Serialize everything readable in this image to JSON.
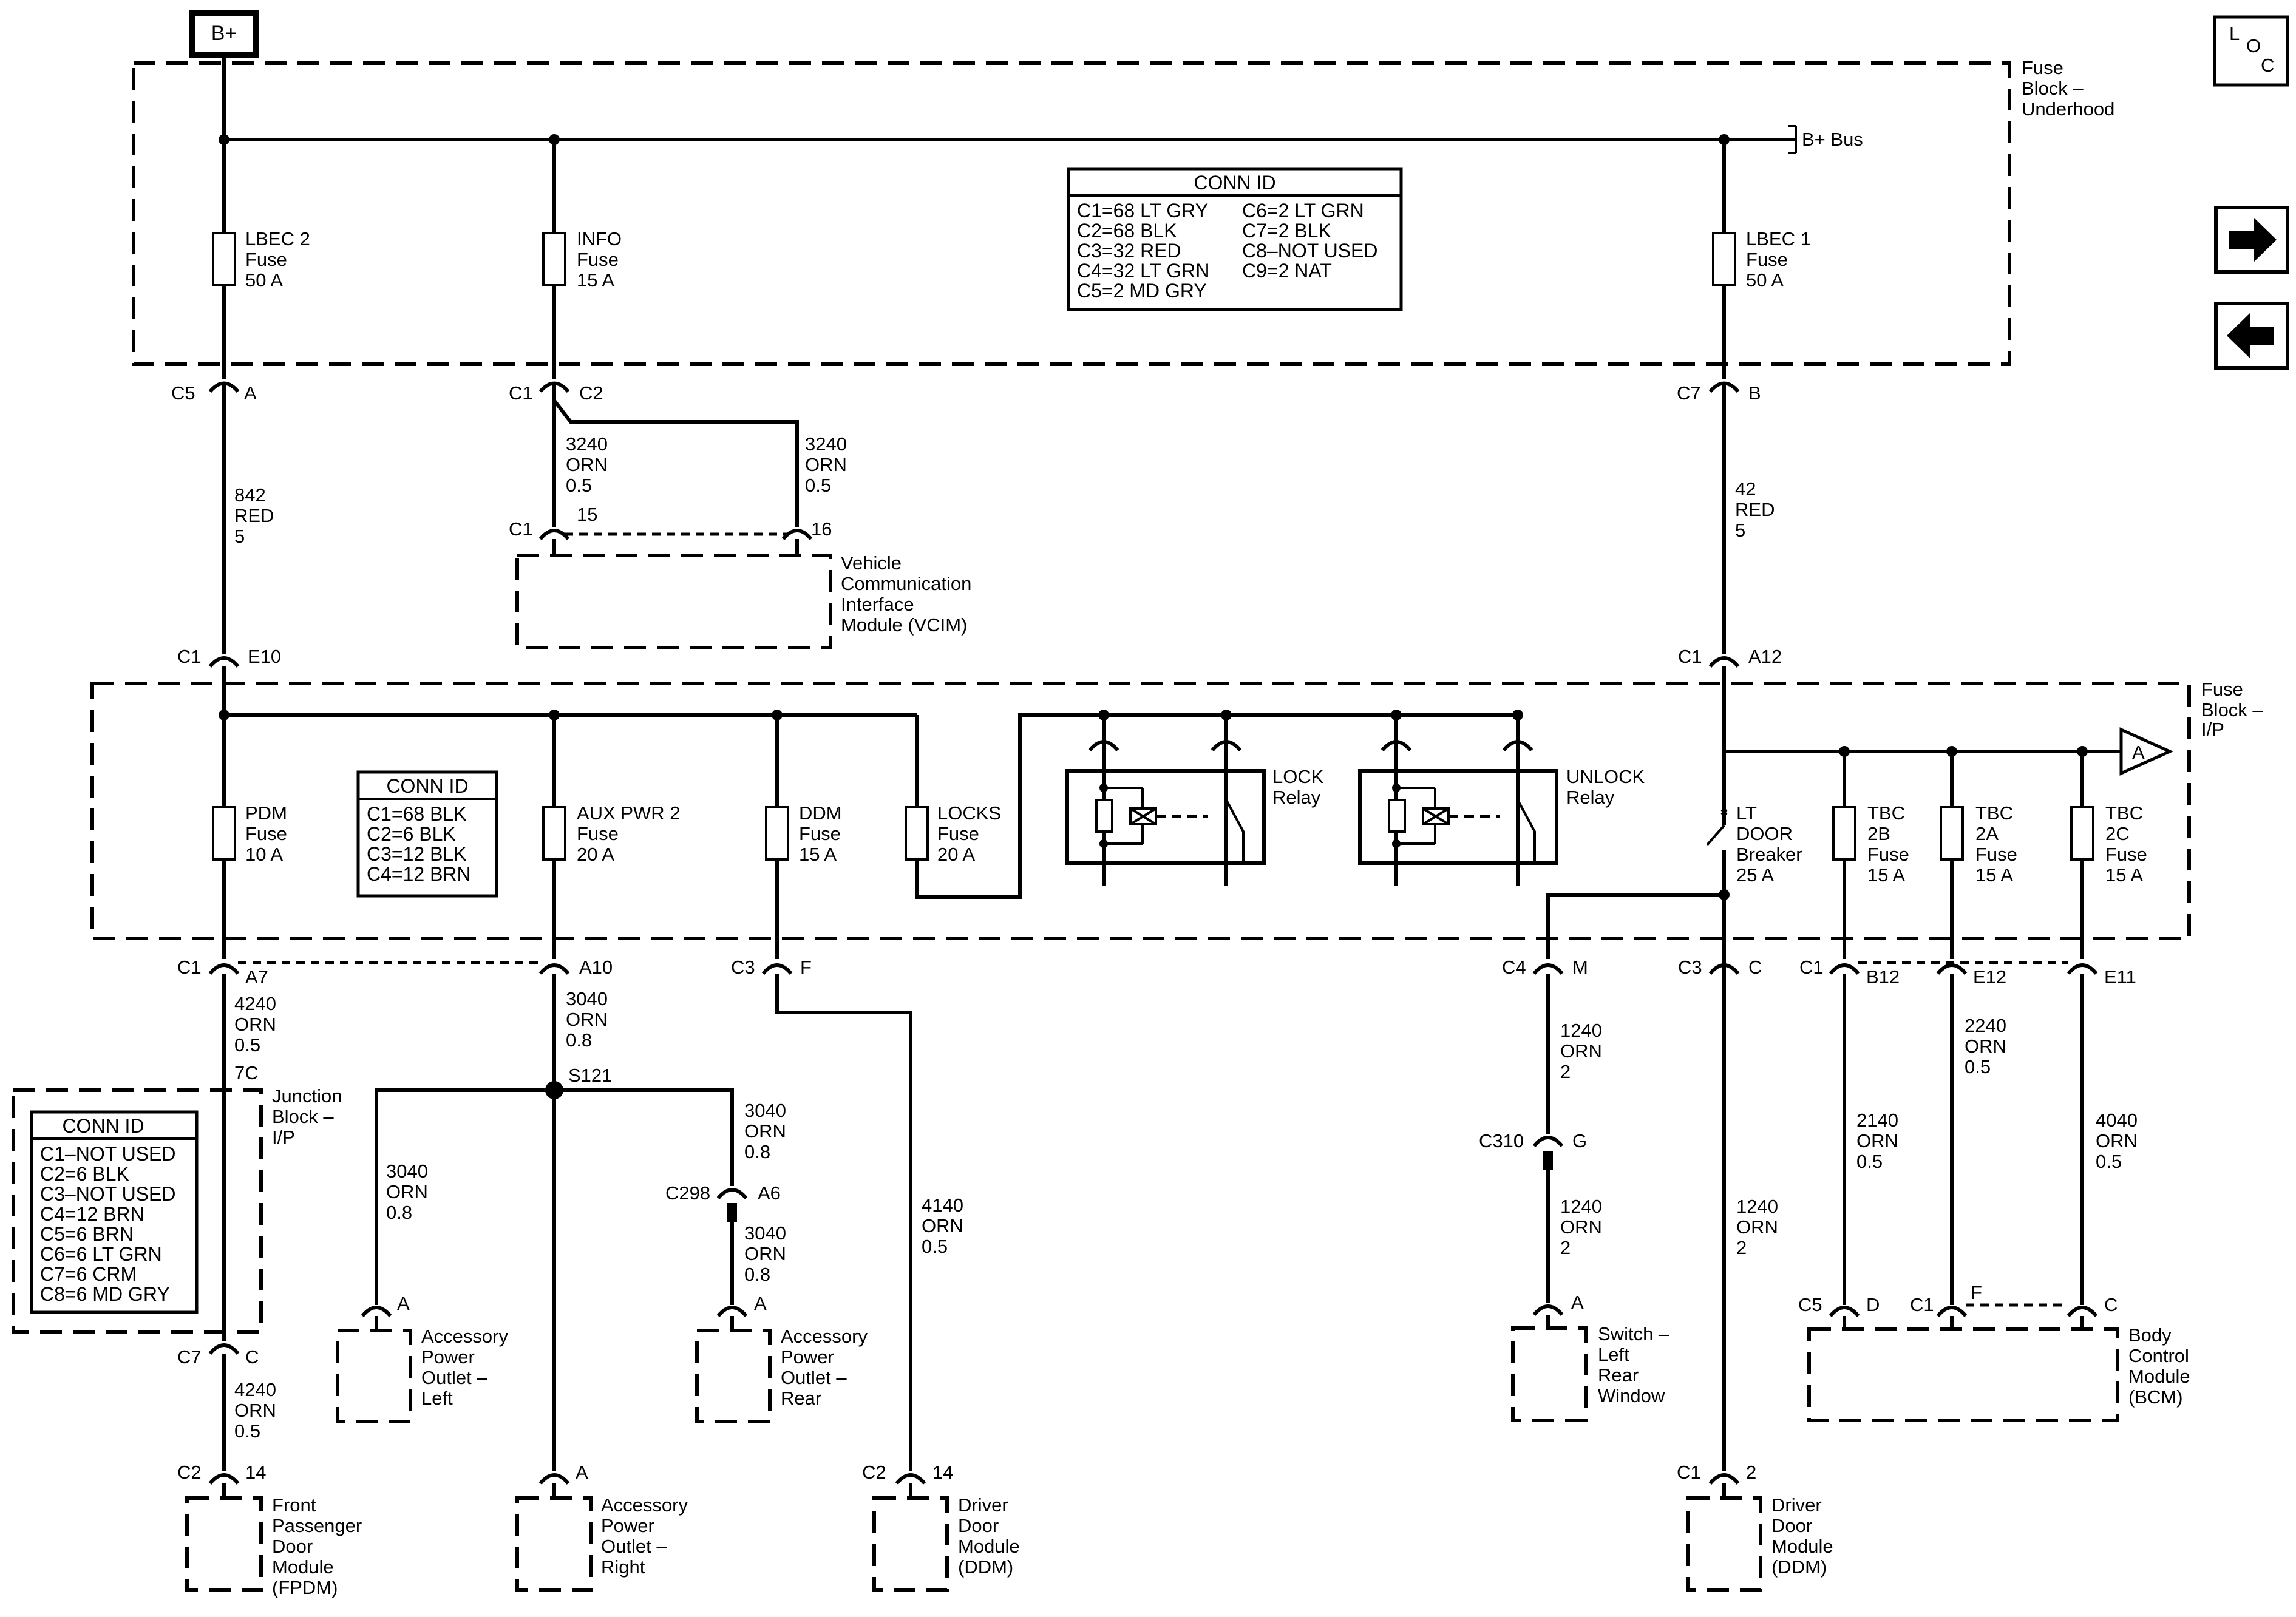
{
  "battery": "B+",
  "loc_button": {
    "l": "L",
    "o": "O",
    "c": "C"
  },
  "nav": {
    "next_icon": "arrow-right-icon",
    "prev_icon": "arrow-left-icon"
  },
  "fuse_block_underhood": {
    "title_1": "Fuse",
    "title_2": "Block –",
    "title_3": "Underhood",
    "bus": "B+ Bus",
    "conn_id_title": "CONN ID",
    "conn_id": [
      "C1=68 LT GRY",
      "C2=68 BLK",
      "C3=32 RED",
      "C4=32 LT GRN",
      "C5=2 MD GRY",
      "C6=2 LT GRN",
      "C7=2 BLK",
      "C8–NOT USED",
      "C9=2 NAT"
    ],
    "fuses": [
      {
        "n": "LBEC 2",
        "t": "Fuse",
        "a": "50 A"
      },
      {
        "n": "INFO",
        "t": "Fuse",
        "a": "15 A"
      },
      {
        "n": "LBEC 1",
        "t": "Fuse",
        "a": "50 A"
      }
    ]
  },
  "connectors_top": {
    "c5": "C5",
    "c5_pin": "A",
    "c1": "C1",
    "c1_pin": "C2",
    "c7": "C7",
    "c7_pin": "B"
  },
  "wires_top": {
    "w842": [
      "842",
      "RED",
      "5"
    ],
    "w3240a": [
      "3240",
      "ORN",
      "0.5"
    ],
    "w3240b": [
      "3240",
      "ORN",
      "0.5"
    ],
    "w42": [
      "42",
      "RED",
      "5"
    ]
  },
  "vcim": {
    "conn": "C1",
    "pin_a": "15",
    "pin_b": "16",
    "name": [
      "Vehicle",
      "Communication",
      "Interface",
      "Module (VCIM)"
    ]
  },
  "fuse_block_ip": {
    "title_1": "Fuse",
    "title_2": "Block –",
    "title_3": "I/P",
    "in_left_conn": "C1",
    "in_left_pin": "E10",
    "in_right_conn": "C1",
    "in_right_pin": "A12",
    "conn_id_title": "CONN ID",
    "conn_id": [
      "C1=68 BLK",
      "C2=6 BLK",
      "C3=12 BLK",
      "C4=12 BRN"
    ],
    "fuses": [
      {
        "n": "PDM",
        "t": "Fuse",
        "a": "10 A"
      },
      {
        "n": "AUX PWR 2",
        "t": "Fuse",
        "a": "20 A"
      },
      {
        "n": "DDM",
        "t": "Fuse",
        "a": "15 A"
      },
      {
        "n": "LOCKS",
        "t": "Fuse",
        "a": "20 A"
      },
      {
        "n": "TBC",
        "t": "2B",
        "u": "Fuse",
        "a": "15 A"
      },
      {
        "n": "TBC",
        "t": "2A",
        "u": "Fuse",
        "a": "15 A"
      },
      {
        "n": "TBC",
        "t": "2C",
        "u": "Fuse",
        "a": "15 A"
      }
    ],
    "lock_relay": [
      "LOCK",
      "Relay"
    ],
    "unlock_relay": [
      "UNLOCK",
      "Relay"
    ],
    "breaker": [
      "LT",
      "DOOR",
      "Breaker",
      "25 A"
    ],
    "offpage": "A"
  },
  "connectors_ip": {
    "a7_conn": "C1",
    "a7": "A7",
    "a10": "A10",
    "f_conn": "C3",
    "f": "F",
    "m_conn": "C4",
    "m": "M",
    "c_conn": "C3",
    "c": "C",
    "b12_conn": "C1",
    "b12": "B12",
    "e12": "E12",
    "e11": "E11"
  },
  "wires_lower": {
    "w4240a": [
      "4240",
      "ORN",
      "0.5"
    ],
    "w3040a": [
      "3040",
      "ORN",
      "0.8"
    ],
    "w3040b": [
      "3040",
      "ORN",
      "0.8"
    ],
    "w3040c": [
      "3040",
      "ORN",
      "0.8"
    ],
    "w3040d": [
      "3040",
      "ORN",
      "0.8"
    ],
    "w4140": [
      "4140",
      "ORN",
      "0.5"
    ],
    "w1240a": [
      "1240",
      "ORN",
      "2"
    ],
    "w1240b": [
      "1240",
      "ORN",
      "2"
    ],
    "w1240c": [
      "1240",
      "ORN",
      "2"
    ],
    "w2140": [
      "2140",
      "ORN",
      "0.5"
    ],
    "w2240": [
      "2240",
      "ORN",
      "0.5"
    ],
    "w4040": [
      "4040",
      "ORN",
      "0.5"
    ],
    "w4240b": [
      "4240",
      "ORN",
      "0.5"
    ]
  },
  "splice": "S121",
  "junction_block": {
    "pin_in": "7C",
    "name": [
      "Junction",
      "Block –",
      "I/P"
    ],
    "conn_id_title": "CONN ID",
    "conn_id": [
      "C1–NOT USED",
      "C2=6 BLK",
      "C3–NOT USED",
      "C4=12 BRN",
      "C5=6 BRN",
      "C6=6 LT GRN",
      "C7=6 CRM",
      "C8=6 MD GRY"
    ],
    "out_conn": "C7",
    "out_pin": "C"
  },
  "c298": {
    "conn": "C298",
    "pin": "A6"
  },
  "c310": {
    "conn": "C310",
    "pin": "G"
  },
  "components": {
    "outlet_left": {
      "pin": "A",
      "name": [
        "Accessory",
        "Power",
        "Outlet –",
        "Left"
      ]
    },
    "outlet_rear": {
      "pin": "A",
      "name": [
        "Accessory",
        "Power",
        "Outlet –",
        "Rear"
      ]
    },
    "outlet_right": {
      "pin": "A",
      "name": [
        "Accessory",
        "Power",
        "Outlet –",
        "Right"
      ]
    },
    "fpdm": {
      "conn": "C2",
      "pin": "14",
      "name": [
        "Front",
        "Passenger",
        "Door",
        "Module",
        "(FPDM)"
      ]
    },
    "ddm_left": {
      "conn": "C2",
      "pin": "14",
      "name": [
        "Driver",
        "Door",
        "Module",
        "(DDM)"
      ]
    },
    "ddm_right": {
      "conn": "C1",
      "pin": "2",
      "name": [
        "Driver",
        "Door",
        "Module",
        "(DDM)"
      ]
    },
    "switch": {
      "pin": "A",
      "name": [
        "Switch –",
        "Left",
        "Rear",
        "Window"
      ]
    },
    "bcm": {
      "c5": "C5",
      "d": "D",
      "c1": "C1",
      "f": "F",
      "c": "C",
      "name": [
        "Body",
        "Control",
        "Module",
        "(BCM)"
      ]
    }
  }
}
